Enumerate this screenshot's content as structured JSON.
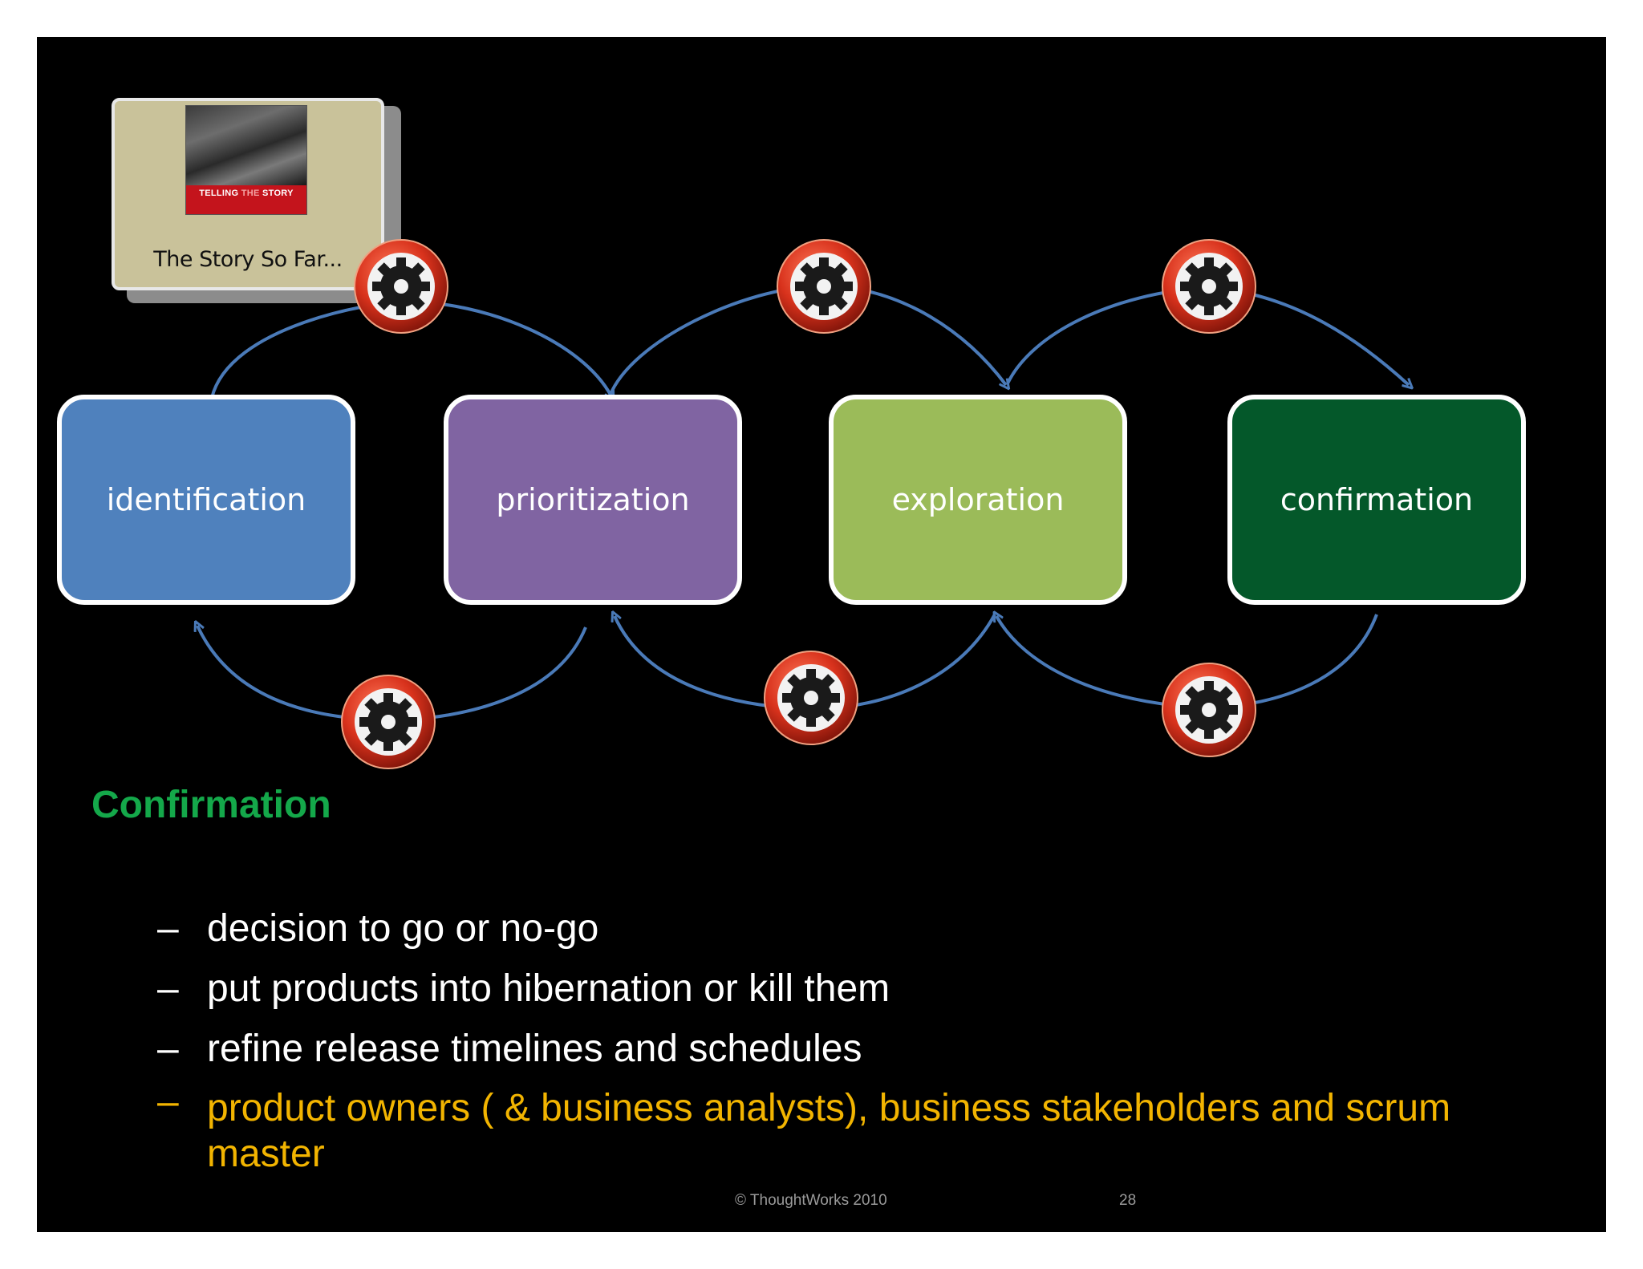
{
  "slide": {
    "story_card": {
      "book_title_part1": "TELLING ",
      "book_title_part2": "THE",
      "book_title_part3": " STORY",
      "caption": "The Story So Far..."
    },
    "stages": [
      {
        "label": "identification",
        "color": "#4f81bd"
      },
      {
        "label": "prioritization",
        "color": "#8064a2"
      },
      {
        "label": "exploration",
        "color": "#9bbb59"
      },
      {
        "label": "confirmation",
        "color": "#04582a"
      }
    ],
    "gear_icon": "gear-icon",
    "section_title": "Confirmation",
    "bullets": [
      {
        "dash": "–",
        "text": "decision to go or no-go"
      },
      {
        "dash": "–",
        "text": "put products into hibernation or kill them"
      },
      {
        "dash": "–",
        "text": "refine release timelines and schedules"
      },
      {
        "dash": "–",
        "text": "product owners ( & business analysts), business stakeholders and scrum master",
        "highlight_color": "#f2b400"
      }
    ],
    "footer": {
      "copyright": "©  ThoughtWorks 2010",
      "page_number": "28"
    },
    "colors": {
      "background": "#000000",
      "arrow": "#4a7ab8",
      "title_green": "#14a84a",
      "gear_red": "#d8321c"
    }
  }
}
